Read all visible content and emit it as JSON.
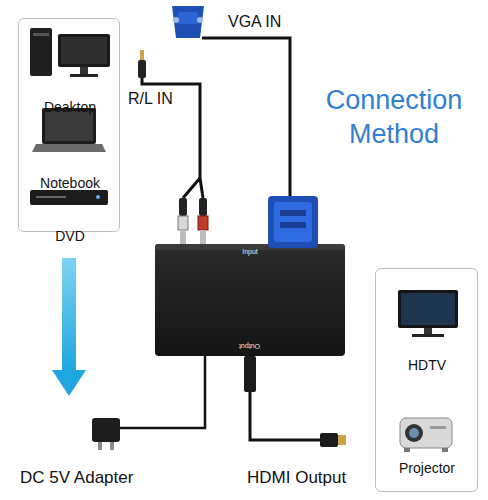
{
  "diagram": {
    "title": "Connection Method",
    "nodes": [
      {
        "text": [
          "Deaktop",
          "Notebook",
          "DVD"
        ]
      },
      {
        "text": [
          "Input",
          "Output"
        ]
      },
      {
        "text": [
          "HDTV",
          "Projector"
        ]
      }
    ],
    "labels": [
      "VGA IN",
      "R/L IN",
      "DC 5V Adapter",
      "HDMI Output"
    ]
  }
}
